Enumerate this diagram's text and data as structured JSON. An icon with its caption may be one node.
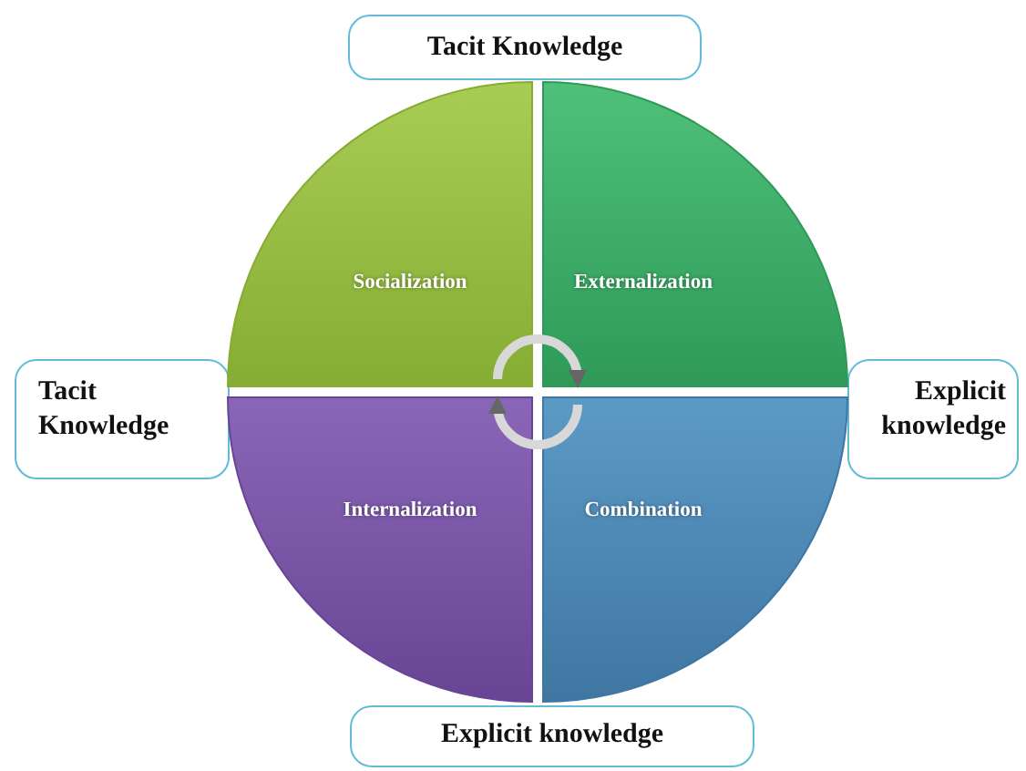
{
  "diagram": {
    "nodes": [
      {
        "text": [
          "Tacit Knowledge"
        ]
      },
      {
        "text": [
          "Socialization"
        ]
      },
      {
        "text": [
          "Externalization"
        ]
      },
      {
        "text": [
          "Tacit Knowledge"
        ]
      },
      {
        "text": [
          "Explicit knowledge"
        ]
      },
      {
        "text": [
          "Internalization"
        ]
      },
      {
        "text": [
          "Combination"
        ]
      },
      {
        "text": [
          "Explicit knowledge"
        ]
      }
    ],
    "edges": [
      {
        "from": 1,
        "to": 2,
        "arrow": "to"
      },
      {
        "from": 6,
        "to": 5,
        "arrow": "to"
      }
    ]
  }
}
